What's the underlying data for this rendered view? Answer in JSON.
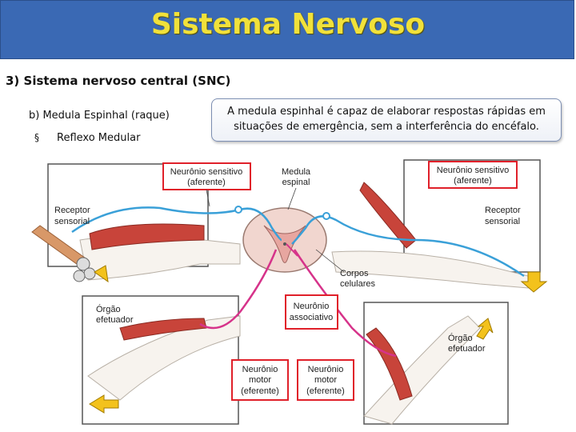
{
  "slide": {
    "title": "Sistema Nervoso",
    "subtitle": "3) Sistema nervoso central (SNC)",
    "subhead": "b)  Medula Espinhal (raque)",
    "bullet_marker": "§",
    "bullet_text": "Reflexo Medular",
    "callout_line1": "A medula espinhal é capaz de elaborar respostas rápidas em",
    "callout_line2": "situações de emergência, sem a interferência do encéfalo."
  },
  "figure": {
    "labels": {
      "neuron_sensory_left_1": "Neurônio sensitivo",
      "neuron_sensory_left_2": "(aferente)",
      "neuron_sensory_right_1": "Neurônio sensitivo",
      "neuron_sensory_right_2": "(aferente)",
      "medulla_1": "Medula",
      "medulla_2": "espinal",
      "receptor_left_1": "Receptor",
      "receptor_left_2": "sensorial",
      "receptor_right_1": "Receptor",
      "receptor_right_2": "sensorial",
      "cell_bodies_1": "Corpos",
      "cell_bodies_2": "celulares",
      "associative_1": "Neurônio",
      "associative_2": "associativo",
      "effector_left_1": "Órgão",
      "effector_left_2": "efetuador",
      "effector_right_1": "Órgão",
      "effector_right_2": "efetuador",
      "motor_left_1": "Neurônio",
      "motor_left_2": "motor",
      "motor_left_3": "(eferente)",
      "motor_right_1": "Neurônio",
      "motor_right_2": "motor",
      "motor_right_3": "(eferente)"
    },
    "colors": {
      "sensory_nerve": "#3aa0d8",
      "motor_nerve": "#d6338a",
      "muscle": "#c8443a",
      "highlight_box": "#e0202a",
      "arrow": "#f3c21c",
      "header_bg": "#3a69b4",
      "title_color": "#f1e13a"
    }
  }
}
